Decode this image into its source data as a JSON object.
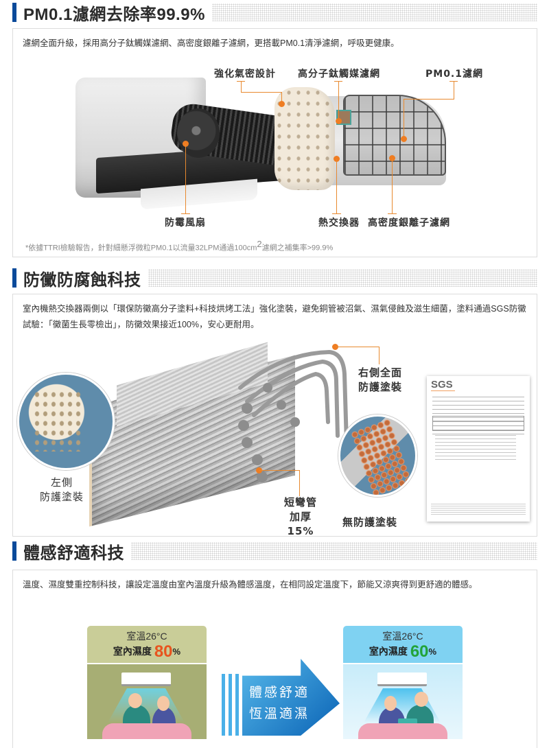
{
  "sections": [
    {
      "title": "PM0.1濾網去除率99.9%",
      "description": "濾網全面升級，採用高分子鈦觸媒濾網、高密度銀離子濾網，更搭載PM0.1清淨濾網，呼吸更健康。",
      "diagram_labels": {
        "airtight": "強化氣密設計",
        "titanium_filter": "高分子鈦觸媒濾網",
        "pm01_filter": "PM0.1濾網",
        "fan": "防霉風扇",
        "heat_exchanger": "熱交換器",
        "silver_ion_filter": "高密度銀離子濾網"
      },
      "footnote_prefix": "*依據TTRI檢驗報告，針對細懸浮微粒PM0.1以流量32LPM通過100cm",
      "footnote_sup": "2",
      "footnote_suffix": "濾網之補集率>99.9%"
    },
    {
      "title": "防黴防腐蝕科技",
      "description": "室內機熱交換器兩側以「環保防黴高分子塗料+科技烘烤工法」強化塗裝，避免銅管被沼氣、濕氣侵蝕及滋生細菌，塗料通過SGS防黴試驗：「黴菌生長零檢出」，防黴效果接近100%，安心更耐用。",
      "diagram_labels": {
        "right_coating": "右側全面\n防護塗裝",
        "left_coating": "左側\n防護塗裝",
        "short_bend": "短彎管\n加厚15%",
        "no_coating": "無防護塗裝"
      },
      "sgs_logo": "SGS"
    },
    {
      "title": "體感舒適科技",
      "description": "溫度、濕度雙重控制科技，讓設定溫度由室內溫度升級為體感溫度，在相同設定溫度下，節能又涼爽得到更舒適的體感。",
      "panels": [
        {
          "temp": "室溫26°C",
          "humidity_label": "室內濕度",
          "humidity_value": "80",
          "unit": "%",
          "color": "#e8541e"
        },
        {
          "temp": "室溫26°C",
          "humidity_label": "室內濕度",
          "humidity_value": "60",
          "unit": "%",
          "color": "#22a33a"
        }
      ],
      "arrow_text_line1": "體感舒適",
      "arrow_text_line2": "恆溫適濕"
    }
  ],
  "colors": {
    "accent_bar": "#0a4a9a",
    "leader_orange": "#e8892e",
    "border": "#dcdcdc"
  }
}
